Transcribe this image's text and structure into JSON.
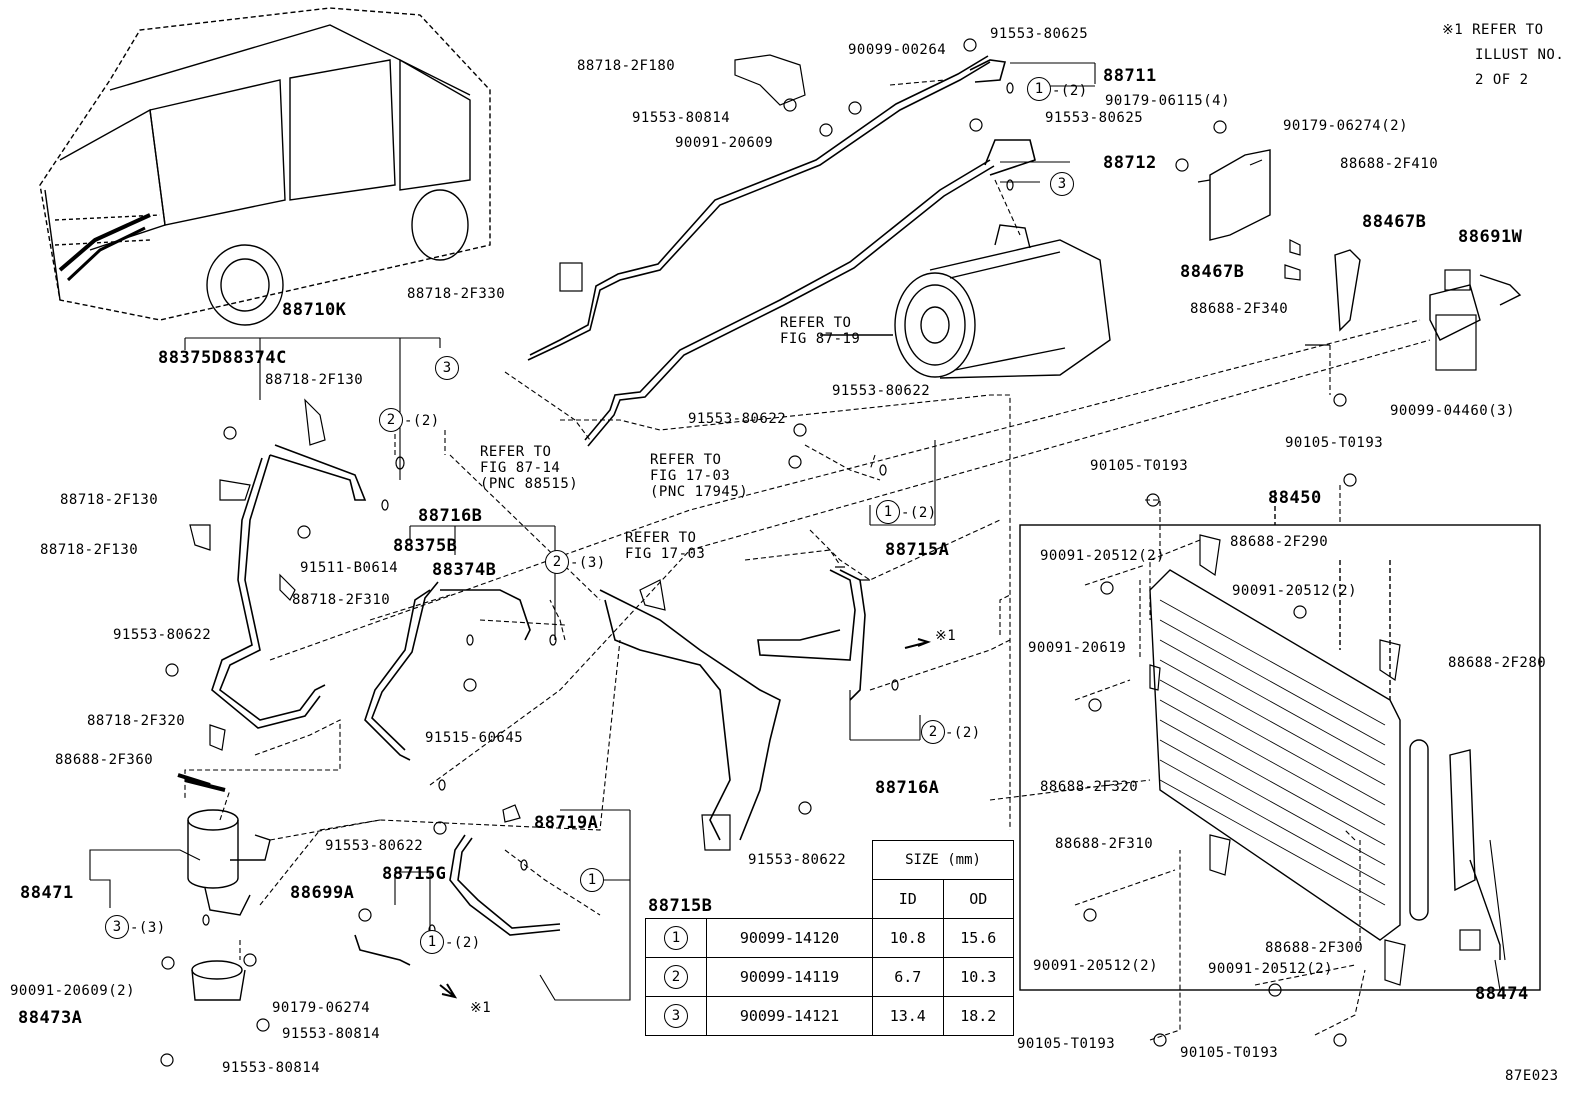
{
  "note": {
    "line1": "※1 REFER TO",
    "line2": "ILLUST NO.",
    "line3": "2 OF 2"
  },
  "figure_code": "87E023",
  "parts": {
    "p88711": "88711",
    "p88712": "88712",
    "p88710K": "88710K",
    "p88375D88374C": "88375D88374C",
    "p88716B": "88716B",
    "p88375B": "88375B",
    "p88374B": "88374B",
    "p88715A": "88715A",
    "p88716A": "88716A",
    "p88719A": "88719A",
    "p88715G": "88715G",
    "p88715B": "88715B",
    "p88699A": "88699A",
    "p88471": "88471",
    "p88473A": "88473A",
    "p88450": "88450",
    "p88474": "88474",
    "p88467B_a": "88467B",
    "p88467B_b": "88467B",
    "p88691W": "88691W",
    "p91553_80625_a": "91553-80625",
    "p91553_80625_b": "91553-80625",
    "p90099_00264": "90099-00264",
    "p88718_2F180": "88718-2F180",
    "p91553_80814_a": "91553-80814",
    "p90091_20609": "90091-20609",
    "p90179_06115": "90179-06115(4)",
    "p90179_06274_2": "90179-06274(2)",
    "p88688_2F410": "88688-2F410",
    "p88688_2F340": "88688-2F340",
    "p90099_04460": "90099-04460(3)",
    "p90105_T0193_a": "90105-T0193",
    "p90105_T0193_b": "90105-T0193",
    "p90105_T0193_c": "90105-T0193",
    "p90105_T0193_d": "90105-T0193",
    "p88718_2F330": "88718-2F330",
    "p88718_2F130_a": "88718-2F130",
    "p88718_2F130_b": "88718-2F130",
    "p88718_2F130_c": "88718-2F130",
    "p91511_B0614": "91511-B0614",
    "p88718_2F310": "88718-2F310",
    "p91553_80622_a": "91553-80622",
    "p91553_80622_b": "91553-80622",
    "p91553_80622_c": "91553-80622",
    "p91553_80622_d": "91553-80622",
    "p91553_80622_e": "91553-80622",
    "p88718_2F320": "88718-2F320",
    "p88688_2F360": "88688-2F360",
    "p91515_60645": "91515-60645",
    "p88688_2F290": "88688-2F290",
    "p88688_2F280": "88688-2F280",
    "p88688_2F320": "88688-2F320",
    "p88688_2F310": "88688-2F310",
    "p88688_2F300": "88688-2F300",
    "p90091_20512_a": "90091-20512(2)",
    "p90091_20512_b": "90091-20512(2)",
    "p90091_20512_c": "90091-20512(2)",
    "p90091_20512_d": "90091-20512(2)",
    "p90091_20619": "90091-20619",
    "p90091_20609_2": "90091-20609(2)",
    "p90179_06274": "90179-06274",
    "p91553_80814_b": "91553-80814",
    "p91553_80814_c": "91553-80814"
  },
  "refs": {
    "r87_19": [
      "REFER TO",
      "FIG 87-19"
    ],
    "r87_14": [
      "REFER TO",
      "FIG 87-14",
      "(PNC 88515)"
    ],
    "r17_03a": [
      "REFER TO",
      "FIG 17-03",
      "(PNC 17945)"
    ],
    "r17_03b": [
      "REFER TO",
      "FIG 17-03"
    ],
    "x1a": "※1",
    "x1b": "※1"
  },
  "callouts": {
    "c1": "1",
    "c2": "2",
    "c3": "3",
    "q2": "-(2)",
    "q3": "-(3)"
  },
  "size_table": {
    "header": "SIZE (mm)",
    "col_id": "ID",
    "col_od": "OD",
    "rows": [
      {
        "mark": "1",
        "part": "90099-14120",
        "id": "10.8",
        "od": "15.6"
      },
      {
        "mark": "2",
        "part": "90099-14119",
        "id": "6.7",
        "od": "10.3"
      },
      {
        "mark": "3",
        "part": "90099-14121",
        "id": "13.4",
        "od": "18.2"
      }
    ]
  }
}
